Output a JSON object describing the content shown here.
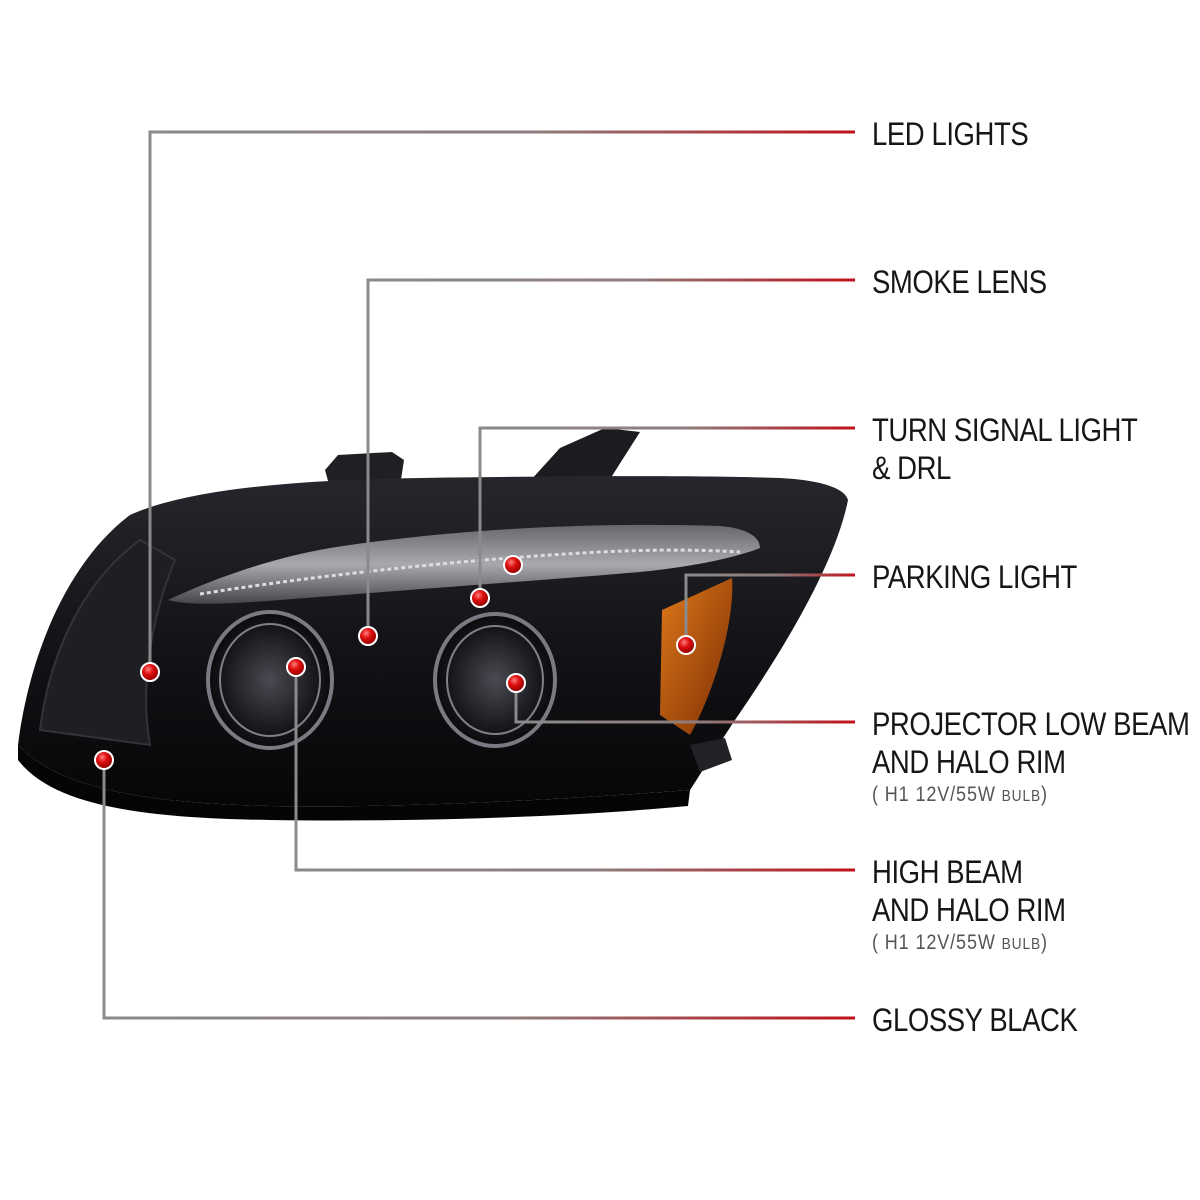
{
  "colors": {
    "leader_line": "#8a8a8a",
    "leader_accent": "#c0121b",
    "marker": "#e01010",
    "housing": "#141418",
    "amber": "#c25a08"
  },
  "callouts": [
    {
      "id": "led-lights",
      "lines": [
        "LED LIGHTS"
      ]
    },
    {
      "id": "smoke-lens",
      "lines": [
        "SMOKE LENS"
      ]
    },
    {
      "id": "turn-signal",
      "lines": [
        "TURN SIGNAL LIGHT",
        "& DRL"
      ]
    },
    {
      "id": "parking-light",
      "lines": [
        "PARKING LIGHT"
      ]
    },
    {
      "id": "projector-low-beam",
      "lines": [
        "PROJECTOR LOW BEAM",
        "AND HALO RIM"
      ],
      "spec": {
        "open": "(",
        "bulb": "H1  12V/55W",
        "unit": "BULB",
        "close": ")"
      }
    },
    {
      "id": "high-beam",
      "lines": [
        "HIGH BEAM",
        "AND HALO RIM"
      ],
      "spec": {
        "open": "(",
        "bulb": "H1  12V/55W",
        "unit": "BULB",
        "close": ")"
      }
    },
    {
      "id": "glossy-black",
      "lines": [
        "GLOSSY BLACK"
      ]
    }
  ]
}
